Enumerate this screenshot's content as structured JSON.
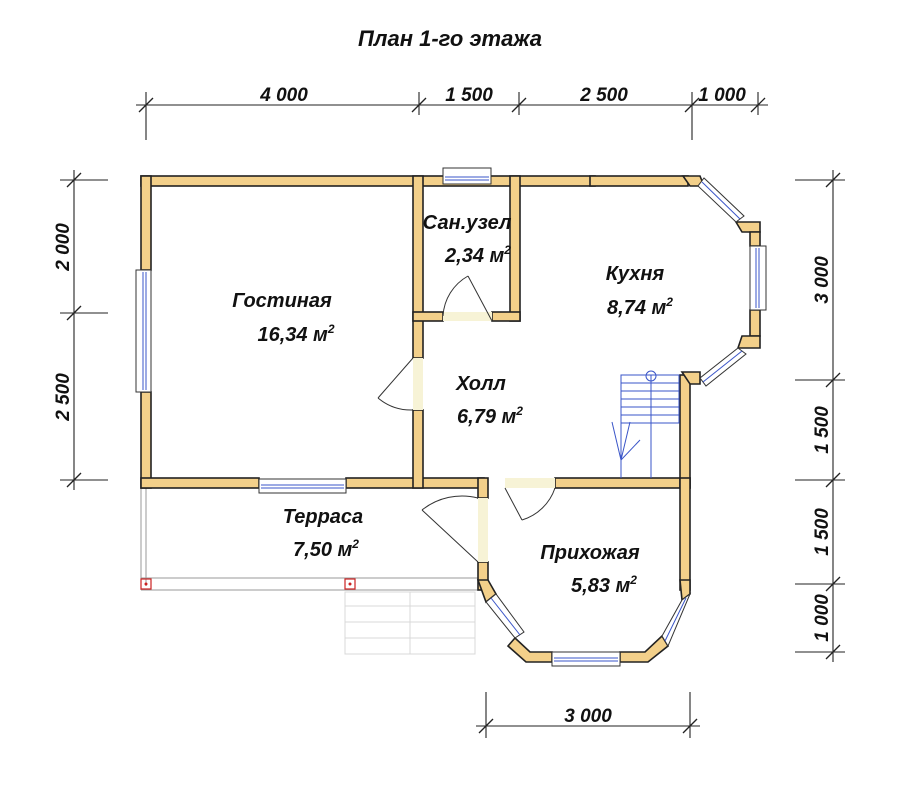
{
  "title": "План 1-го этажа",
  "dimensions": {
    "top": [
      "4 000",
      "1 500",
      "2 500",
      "1 000"
    ],
    "left": [
      "2 000",
      "2 500"
    ],
    "right": [
      "3 000",
      "1 500",
      "1 500",
      "1 000"
    ],
    "bottom": [
      "3 000"
    ]
  },
  "rooms": {
    "living": {
      "name": "Гостиная",
      "area": "16,34 м",
      "sup": "2"
    },
    "bath": {
      "name": "Сан.узел",
      "area": "2,34 м",
      "sup": "2"
    },
    "kitchen": {
      "name": "Кухня",
      "area": "8,74 м",
      "sup": "2"
    },
    "hall": {
      "name": "Холл",
      "area": "6,79 м",
      "sup": "2"
    },
    "terrace": {
      "name": "Терраса",
      "area": "7,50 м",
      "sup": "2"
    },
    "entry": {
      "name": "Прихожая",
      "area": "5,83 м",
      "sup": "2"
    }
  }
}
